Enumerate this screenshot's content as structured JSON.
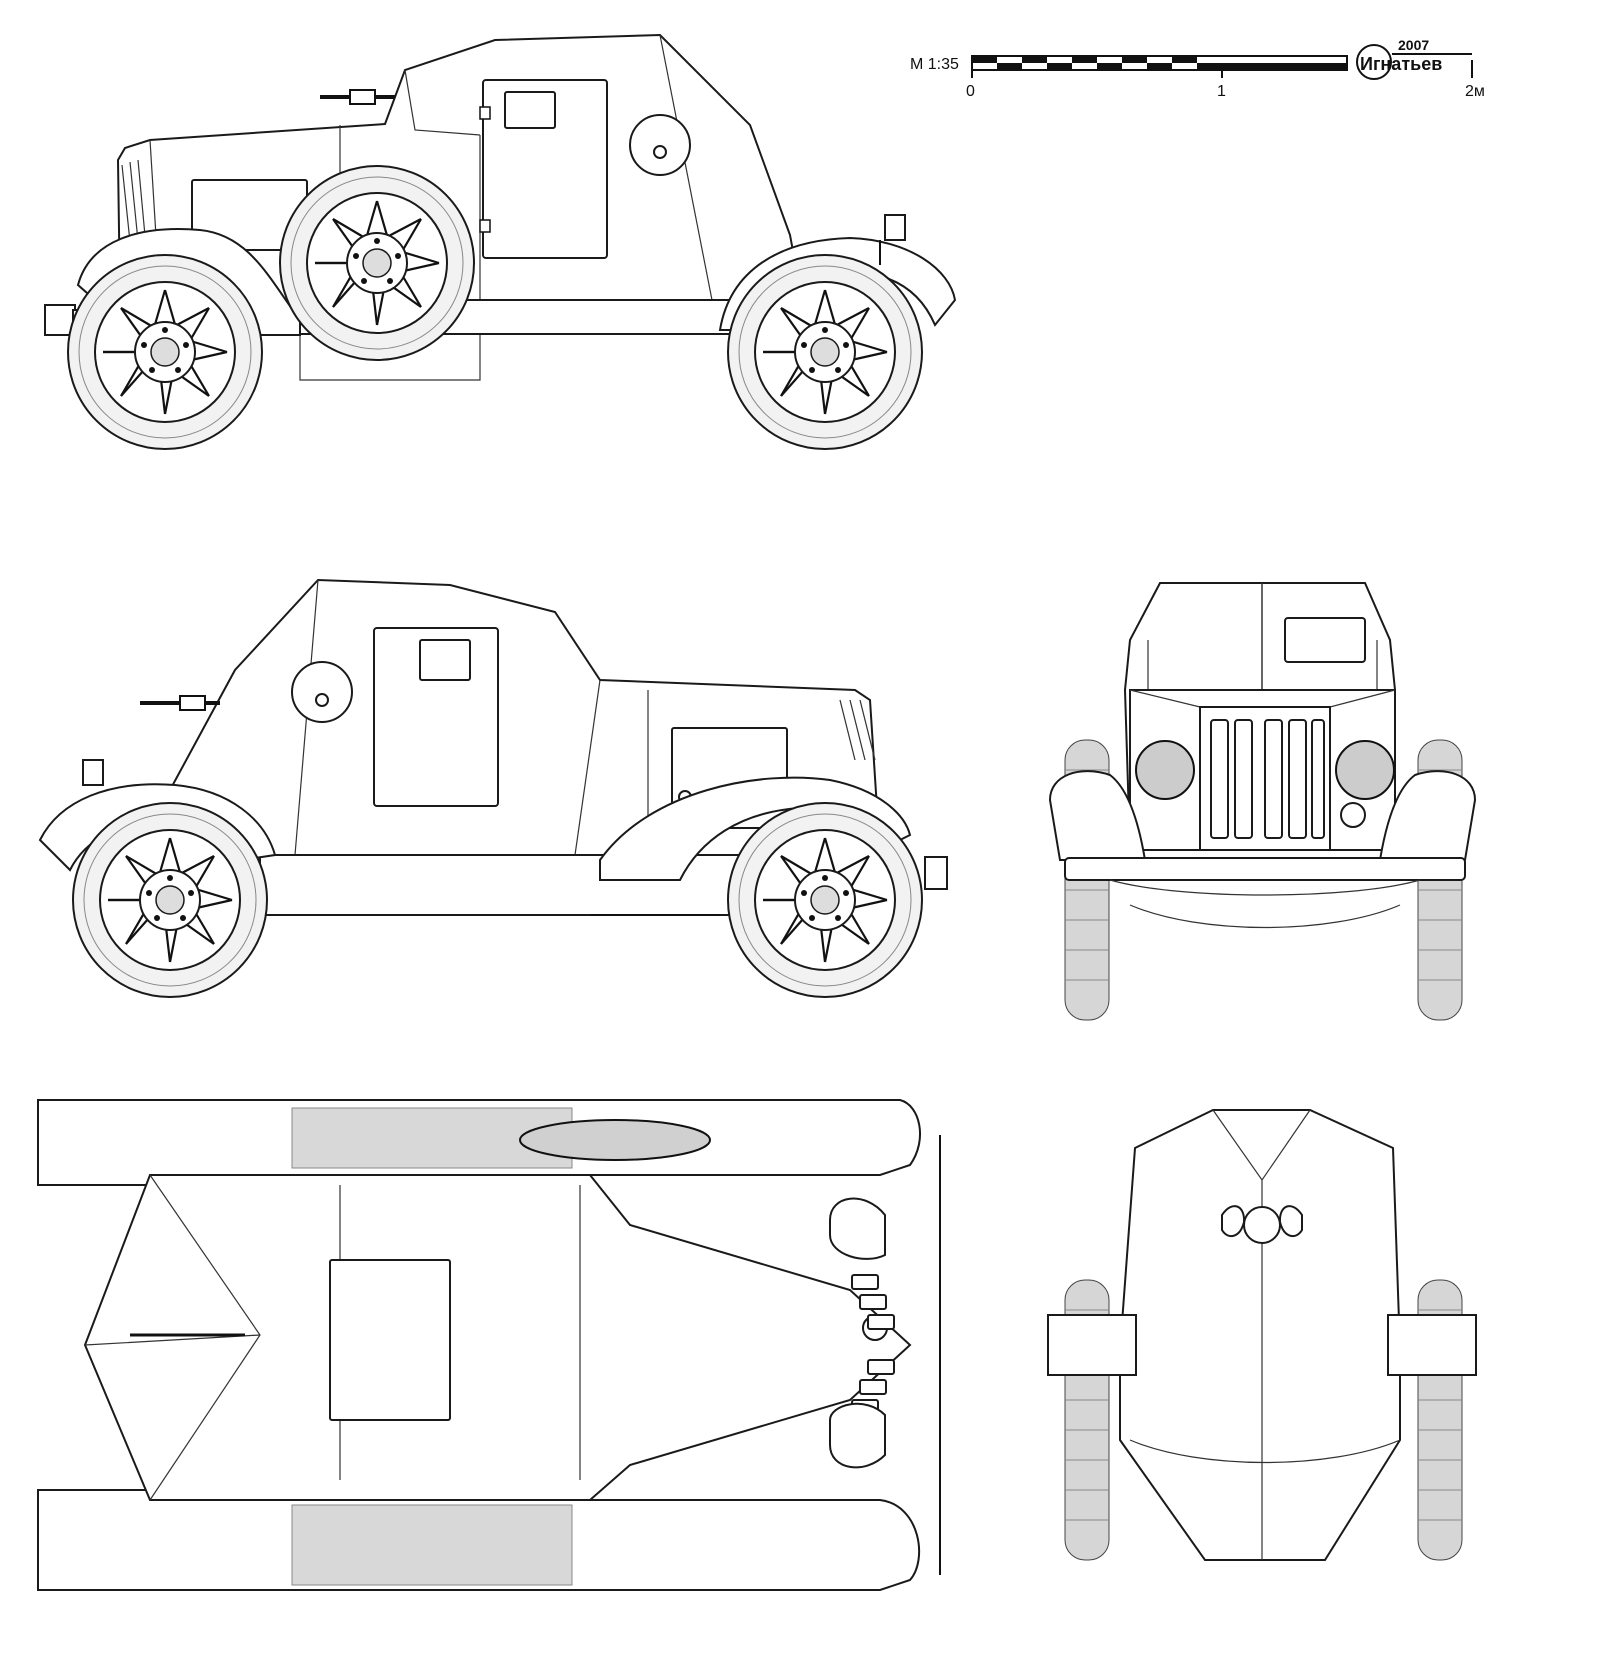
{
  "scale_bar": {
    "ratio_label": "М 1:35",
    "tick_0": "0",
    "tick_1": "1",
    "tick_2": "2м"
  },
  "signature": {
    "year": "2007",
    "author": "Игнатьев"
  }
}
